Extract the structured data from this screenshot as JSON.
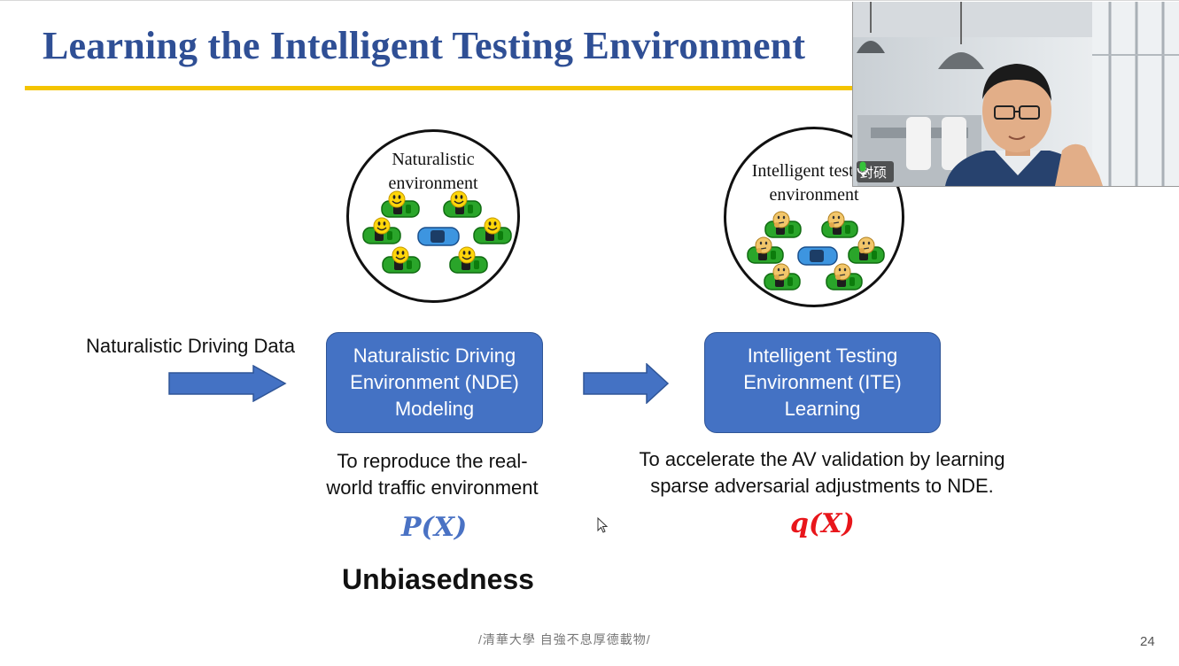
{
  "slide": {
    "title": "Learning the Intelligent Testing Environment",
    "page_number": "24",
    "footer": "/清華大學 自強不息厚德載物/"
  },
  "left_circle": {
    "label_line1": "Naturalistic",
    "label_line2": "environment"
  },
  "right_circle": {
    "label_line1": "Intelligent testing",
    "label_line2": "environment"
  },
  "input_label": "Naturalistic Driving Data",
  "nde_box": {
    "line1": "Naturalistic Driving",
    "line2": "Environment (NDE)",
    "line3": "Modeling"
  },
  "ite_box": {
    "line1": "Intelligent Testing",
    "line2": "Environment (ITE)",
    "line3": "Learning"
  },
  "nde_desc": {
    "line1": "To reproduce the real-",
    "line2": "world traffic environment"
  },
  "ite_desc": {
    "line1": "To accelerate the AV validation by learning",
    "line2": "sparse adversarial adjustments to NDE."
  },
  "math_p": "P(X)",
  "math_q": "q(X)",
  "unbiasedness": "Unbiasedness",
  "video": {
    "participant_name": "封硕"
  },
  "colors": {
    "title": "#2f4f95",
    "accent_bar": "#f4c400",
    "box_fill": "#4472c4",
    "p_color": "#4a72c4",
    "q_color": "#e8161b"
  }
}
